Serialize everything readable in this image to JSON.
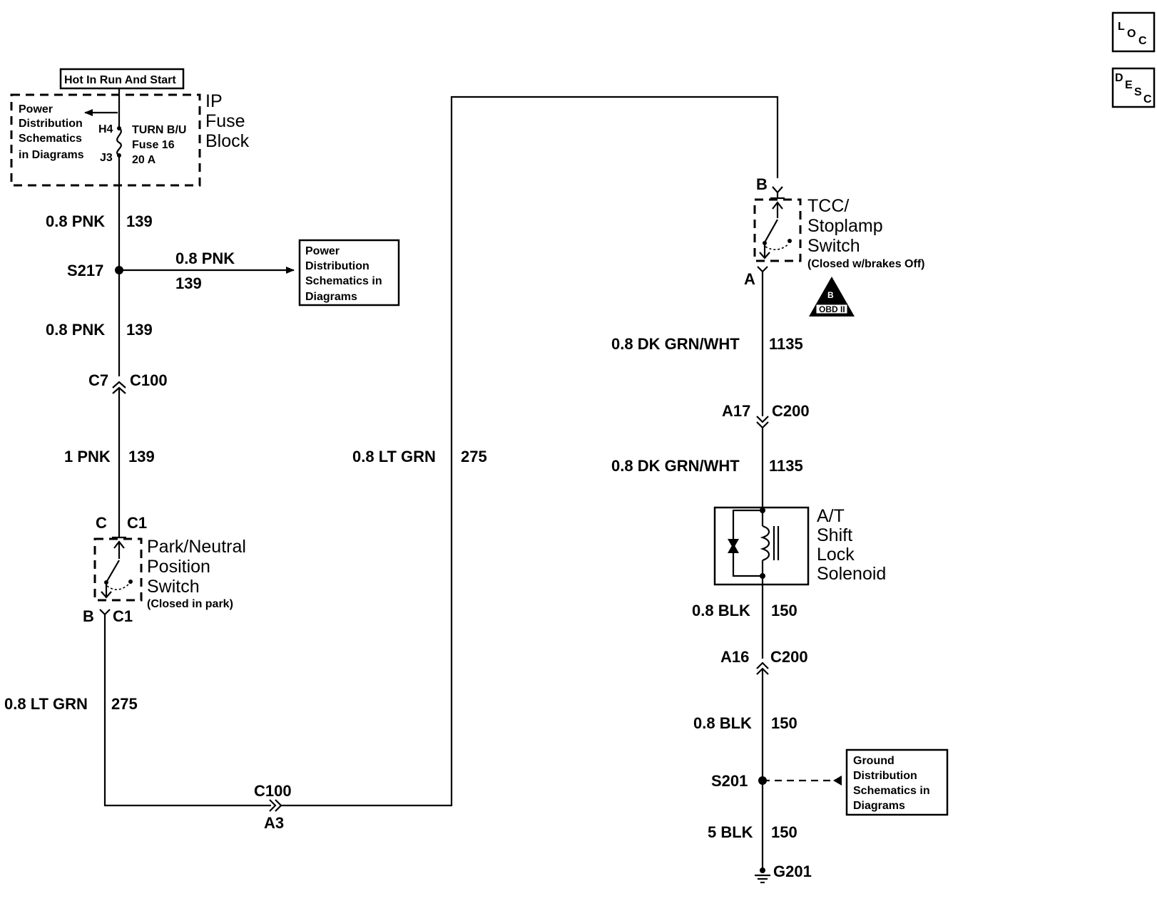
{
  "icons": {
    "loc": "loc-icon",
    "desc": "desc-icon",
    "obd": "obd-ii-warning-icon"
  },
  "loc_icon": {
    "l": "L",
    "o": "O",
    "c": "C"
  },
  "desc_icon": {
    "d": "D",
    "e": "E",
    "s": "S",
    "c": "C"
  },
  "fuse_block": {
    "hot_label": "Hot In Run And Start",
    "ref_line1": "Power",
    "ref_line2": "Distribution",
    "ref_line3": "Schematics",
    "ref_line4": "in Diagrams",
    "pin_in": "H4",
    "pin_out": "J3",
    "fuse_line1": "TURN B/U",
    "fuse_line2": "Fuse 16",
    "fuse_line3": "20 A",
    "name_line1": "IP",
    "name_line2": "Fuse",
    "name_line3": "Block"
  },
  "left_circuit": {
    "w1_gauge": "0.8 PNK",
    "w1_circuit": "139",
    "splice": "S217",
    "branch_gauge": "0.8 PNK",
    "branch_circuit": "139",
    "w2_gauge": "0.8 PNK",
    "w2_circuit": "139",
    "conn_pin": "C7",
    "conn_name": "C100",
    "w3_gauge": "1 PNK",
    "w3_circuit": "139",
    "sw_pin_top": "C",
    "sw_conn_top": "C1",
    "sw_pin_bot": "B",
    "sw_conn_bot": "C1",
    "w4_gauge": "0.8 LT GRN",
    "w4_circuit": "275",
    "bottom_conn_name": "C100",
    "bottom_conn_pin": "A3"
  },
  "power_ref_box": {
    "line1": "Power",
    "line2": "Distribution",
    "line3": "Schematics in",
    "line4": "Diagrams"
  },
  "pnp_switch": {
    "line1": "Park/Neutral",
    "line2": "Position",
    "line3": "Switch",
    "note": "(Closed in park)"
  },
  "middle_circuit": {
    "gauge": "0.8 LT GRN",
    "circuit": "275"
  },
  "tcc_switch": {
    "pin_top": "B",
    "pin_bot": "A",
    "line1": "TCC/",
    "line2": "Stoplamp",
    "line3": "Switch",
    "note": "(Closed w/brakes Off)"
  },
  "obd_badge": {
    "letter": "B",
    "text": "OBD II"
  },
  "right_circuit": {
    "w1_gauge": "0.8 DK GRN/WHT",
    "w1_circuit": "1135",
    "c1_pin": "A17",
    "c1_name": "C200",
    "w2_gauge": "0.8 DK GRN/WHT",
    "w2_circuit": "1135",
    "w3_gauge": "0.8 BLK",
    "w3_circuit": "150",
    "c2_pin": "A16",
    "c2_name": "C200",
    "w4_gauge": "0.8 BLK",
    "w4_circuit": "150",
    "splice": "S201",
    "w5_gauge": "5 BLK",
    "w5_circuit": "150",
    "ground": "G201"
  },
  "solenoid": {
    "line1": "A/T",
    "line2": "Shift",
    "line3": "Lock",
    "line4": "Solenoid"
  },
  "ground_ref_box": {
    "line1": "Ground",
    "line2": "Distribution",
    "line3": "Schematics in",
    "line4": "Diagrams"
  }
}
